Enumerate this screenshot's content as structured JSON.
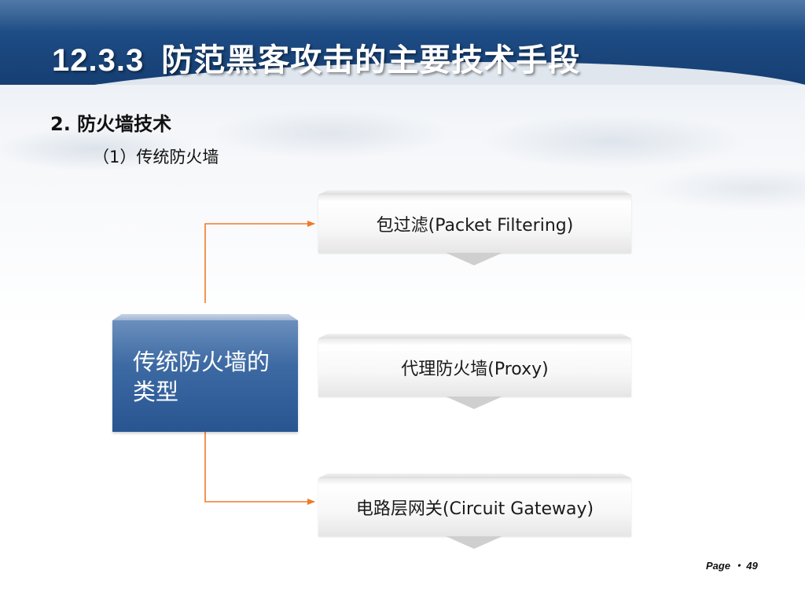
{
  "slide": {
    "title_number": "12.3.3",
    "title_text": "防范黑客攻击的主要技术手段",
    "heading": "2. 防火墙技术",
    "subheading": "（1）传统防火墙"
  },
  "diagram": {
    "center_label": "传统防火墙的类型",
    "branches": [
      {
        "label": "包过滤(Packet Filtering)"
      },
      {
        "label": "代理防火墙(Proxy)"
      },
      {
        "label": "电路层网关(Circuit Gateway)"
      }
    ],
    "connector_color": "#f07a28",
    "center_color": "#3d6aa3"
  },
  "footer": {
    "page_label": "Page",
    "separator": "・",
    "page_number": "49"
  },
  "colors": {
    "header": "#1c4a82",
    "title_text": "#ffffff"
  }
}
